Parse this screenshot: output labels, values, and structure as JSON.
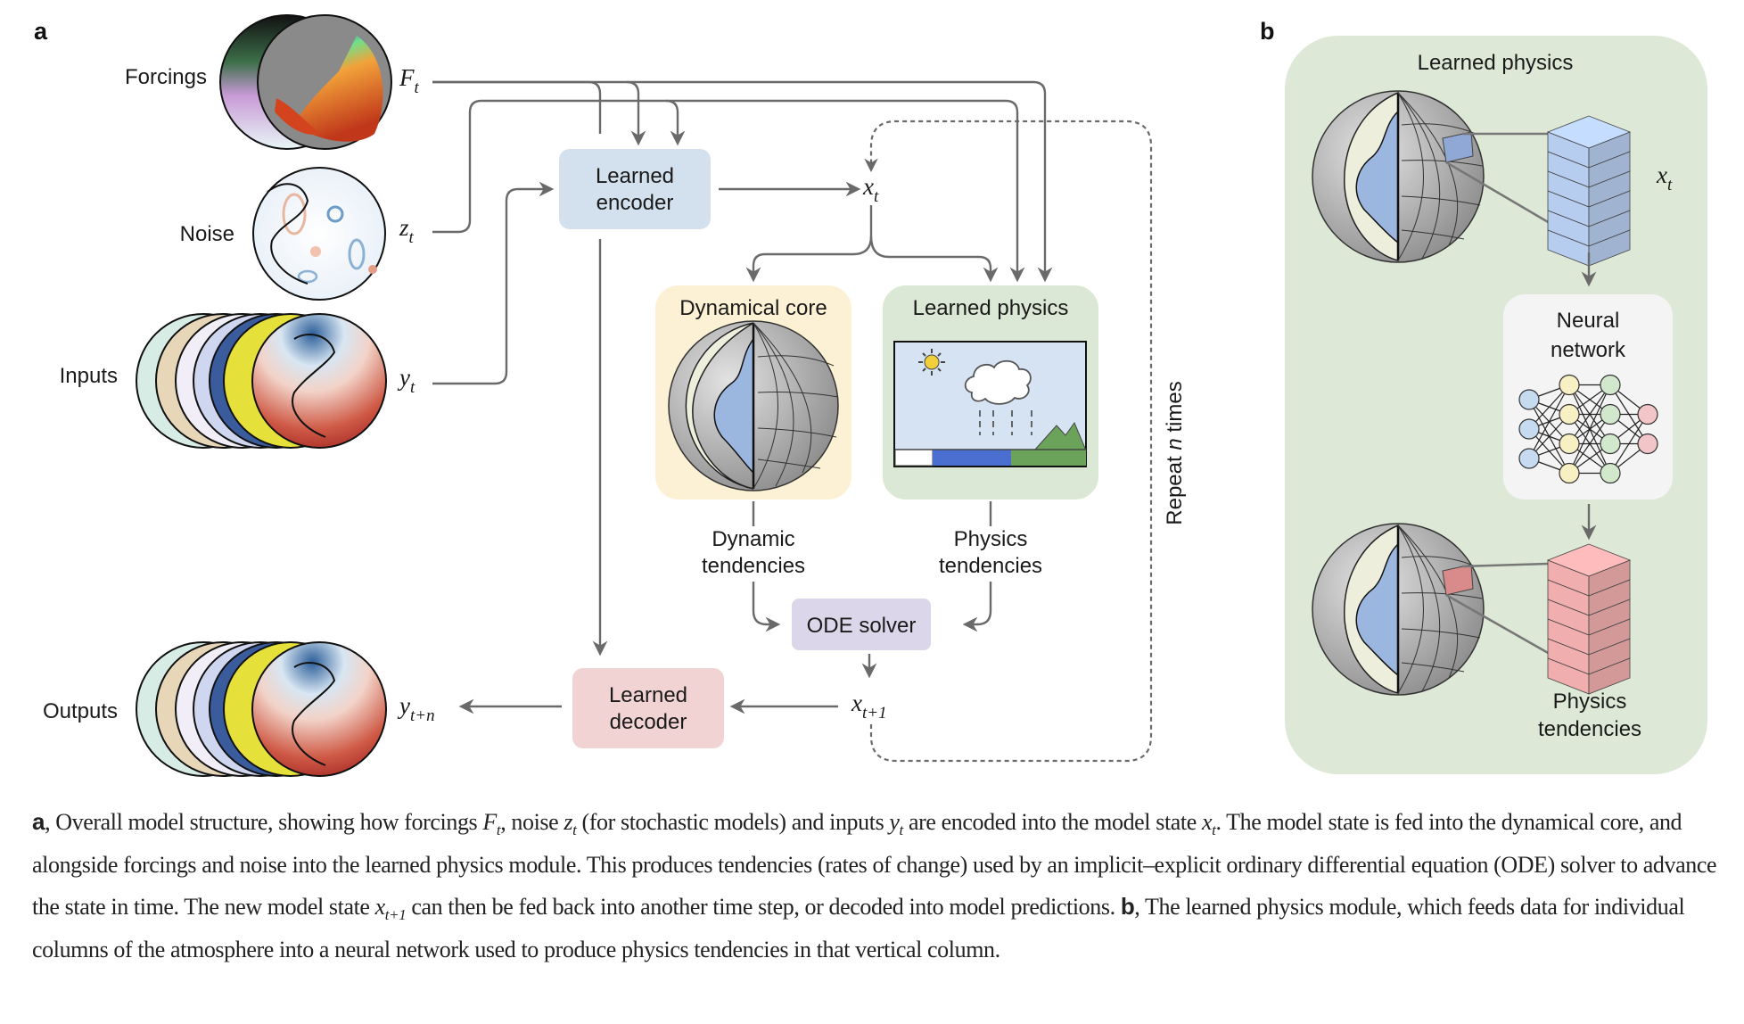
{
  "panel_a": {
    "letter": "a",
    "inputs_side": {
      "forcings_label": "Forcings",
      "forcings_var": "F",
      "forcings_sub": "t",
      "noise_label": "Noise",
      "noise_var": "z",
      "noise_sub": "t",
      "inputs_label": "Inputs",
      "inputs_var": "y",
      "inputs_sub": "t",
      "outputs_label": "Outputs",
      "outputs_var": "y",
      "outputs_sub": "t+n"
    },
    "encoder": {
      "line1": "Learned",
      "line2": "encoder",
      "color": "#d3e1ef"
    },
    "state": {
      "var": "x",
      "sub": "t"
    },
    "next_state": {
      "var": "x",
      "sub": "t+1"
    },
    "dynamical_core": {
      "title": "Dynamical core",
      "color": "#fcf1d4"
    },
    "learned_physics": {
      "title": "Learned physics",
      "color": "#dbe8d5"
    },
    "dynamic_tendencies": {
      "line1": "Dynamic",
      "line2": "tendencies"
    },
    "physics_tendencies": {
      "line1": "Physics",
      "line2": "tendencies"
    },
    "ode_solver": {
      "label": "ODE solver",
      "color": "#dcd6ea"
    },
    "decoder": {
      "line1": "Learned",
      "line2": "decoder",
      "color": "#f1d3d4"
    },
    "repeat": {
      "prefix": "Repeat ",
      "n": "n",
      "suffix": " times"
    }
  },
  "panel_b": {
    "letter": "b",
    "title": "Learned physics",
    "background": "#dde9d6",
    "state": {
      "var": "x",
      "sub": "t"
    },
    "neural_network": {
      "line1": "Neural",
      "line2": "network",
      "layers": [
        3,
        4,
        4,
        2
      ]
    },
    "output": {
      "line1": "Physics",
      "line2": "tendencies"
    },
    "column_colors": {
      "input": "#b6cdef",
      "output": "#f0aeae"
    }
  },
  "caption": {
    "a_letter": "a",
    "a_text_1": ", Overall model structure, showing how forcings ",
    "F": "F",
    "t1": "t",
    "a_text_2": ", noise ",
    "z": "z",
    "t2": "t",
    "a_text_3": " (for stochastic models) and inputs ",
    "y": "y",
    "t3": "t",
    "a_text_4": " are encoded into the model state ",
    "x": "x",
    "t4": "t",
    "a_text_5": ". The model state is fed into the dynamical core, and alongside forcings and noise into the learned physics module. This produces tendencies (rates of change) used by an implicit–explicit ordinary differential equation (ODE) solver to advance the state in time. The new model state ",
    "x2": "x",
    "t5": "t+1",
    "a_text_6": " can then be fed back into another time step, or decoded into model predictions. ",
    "b_letter": "b",
    "b_text": ", The learned physics module, which feeds data for individual columns of the atmosphere into a neural network used to produce physics tendencies in that vertical column."
  }
}
